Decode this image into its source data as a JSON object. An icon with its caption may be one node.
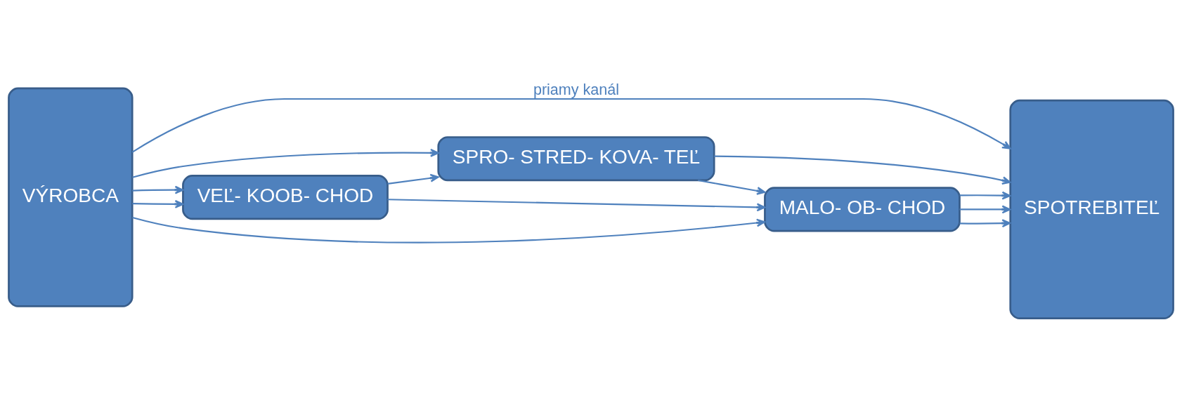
{
  "diagram": {
    "nodes": [
      {
        "text": [
          "VÝROBCA"
        ]
      },
      {
        "text": [
          "VEĽ- KOOB- CHOD"
        ]
      },
      {
        "text": [
          "SPRO- STRED- KOVA- TEĽ"
        ]
      },
      {
        "text": [
          "MALO- OB- CHOD"
        ]
      },
      {
        "text": [
          "SPOTREBITEĽ"
        ]
      }
    ],
    "edges": [
      {
        "from": 0,
        "to": 4,
        "arrow": "to",
        "label": "priamy kanál"
      },
      {
        "from": 0,
        "to": 2,
        "arrow": "to"
      },
      {
        "from": 2,
        "to": 4,
        "arrow": "to"
      },
      {
        "from": 0,
        "to": 1,
        "arrow": "to"
      },
      {
        "from": 1,
        "to": 2,
        "arrow": "to"
      },
      {
        "from": 2,
        "to": 3,
        "arrow": "to"
      },
      {
        "from": 3,
        "to": 4,
        "arrow": "to"
      },
      {
        "from": 0,
        "to": 1,
        "arrow": "to"
      },
      {
        "from": 1,
        "to": 3,
        "arrow": "to"
      },
      {
        "from": 3,
        "to": 4,
        "arrow": "to"
      },
      {
        "from": 0,
        "to": 3,
        "arrow": "to"
      },
      {
        "from": 3,
        "to": 4,
        "arrow": "to"
      }
    ]
  }
}
